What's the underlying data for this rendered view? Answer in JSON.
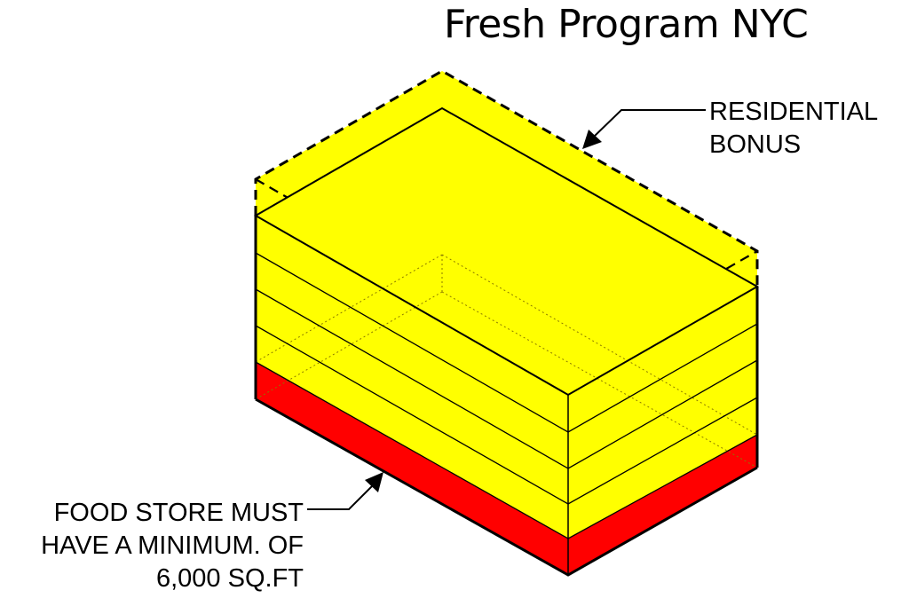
{
  "title": "Fresh Program NYC",
  "labels": {
    "residential_bonus": {
      "line1": "RESIDENTIAL",
      "line2": "BONUS"
    },
    "food_store": {
      "line1": "FOOD STORE MUST",
      "line2": "HAVE A MINIMUM. OF",
      "line3": "6,000 SQ.FT"
    }
  },
  "colors": {
    "building": "#ffff00",
    "food_store": "#ff0000",
    "outline": "#000000"
  },
  "building": {
    "floors_above_store": 4,
    "store_floors": 1,
    "bonus_volume": "dashed outline above roof"
  }
}
